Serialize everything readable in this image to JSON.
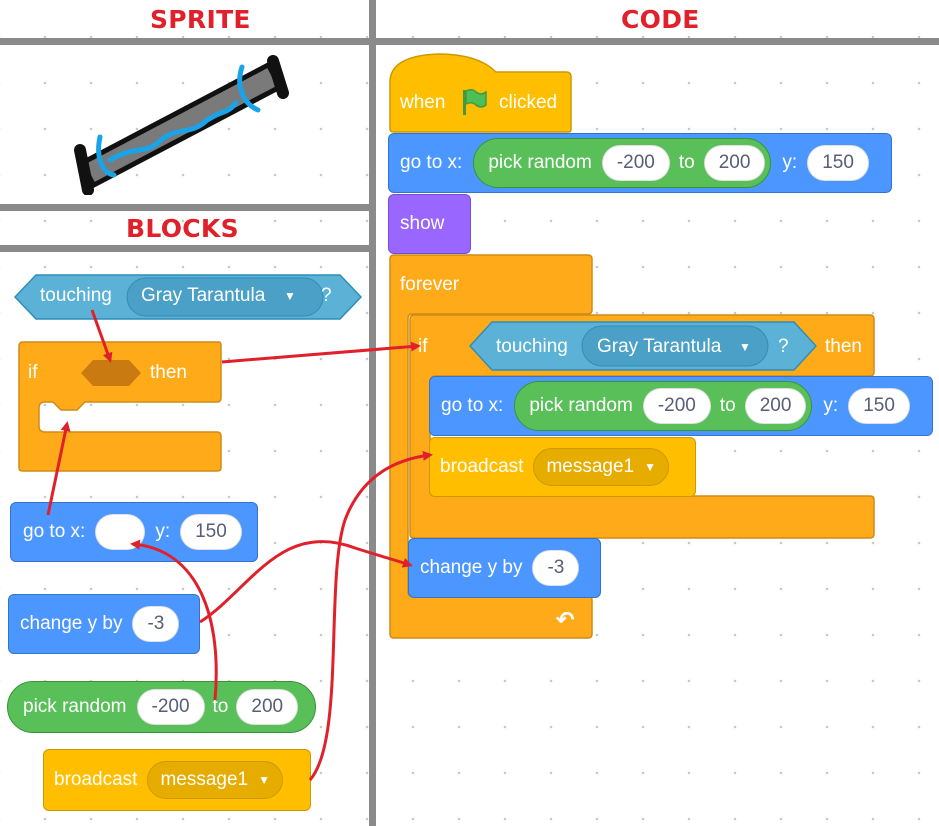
{
  "headings": {
    "sprite": "SPRITE",
    "code": "CODE",
    "blocks": "BLOCKS"
  },
  "colors": {
    "motion": "#4c97ff",
    "control": "#ffab19",
    "events": "#ffbf00",
    "looks": "#9966ff",
    "operators": "#59c059",
    "sensing": "#5cb1d6",
    "arrow": "#e0202a"
  },
  "sprite": {
    "icon": "lightsaber-icon"
  },
  "palette": {
    "touching": {
      "label": "touching",
      "target": "Gray Tarantula",
      "suffix": "?"
    },
    "if": {
      "label": "if",
      "then": "then"
    },
    "goto": {
      "label": "go to x:",
      "x": "",
      "y_label": "y:",
      "y": "150"
    },
    "change_y": {
      "label": "change y by",
      "value": "-3"
    },
    "pick_random": {
      "label": "pick random",
      "from": "-200",
      "to_label": "to",
      "to": "200"
    },
    "broadcast": {
      "label": "broadcast",
      "message": "message1"
    }
  },
  "code": {
    "hat": {
      "when": "when",
      "clicked": "clicked",
      "icon": "green-flag-icon"
    },
    "goto": {
      "label": "go to x:",
      "pick": "pick random",
      "from": "-200",
      "to_label": "to",
      "to": "200",
      "y_label": "y:",
      "y": "150"
    },
    "show": "show",
    "forever": "forever",
    "if": {
      "label": "if",
      "touching": "touching",
      "target": "Gray Tarantula",
      "suffix": "?",
      "then": "then"
    },
    "inner_goto": {
      "label": "go to x:",
      "pick": "pick random",
      "from": "-200",
      "to_label": "to",
      "to": "200",
      "y_label": "y:",
      "y": "150"
    },
    "broadcast": {
      "label": "broadcast",
      "message": "message1"
    },
    "change_y": {
      "label": "change y by",
      "value": "-3"
    },
    "loop_icon": "loop-arrow-icon"
  }
}
